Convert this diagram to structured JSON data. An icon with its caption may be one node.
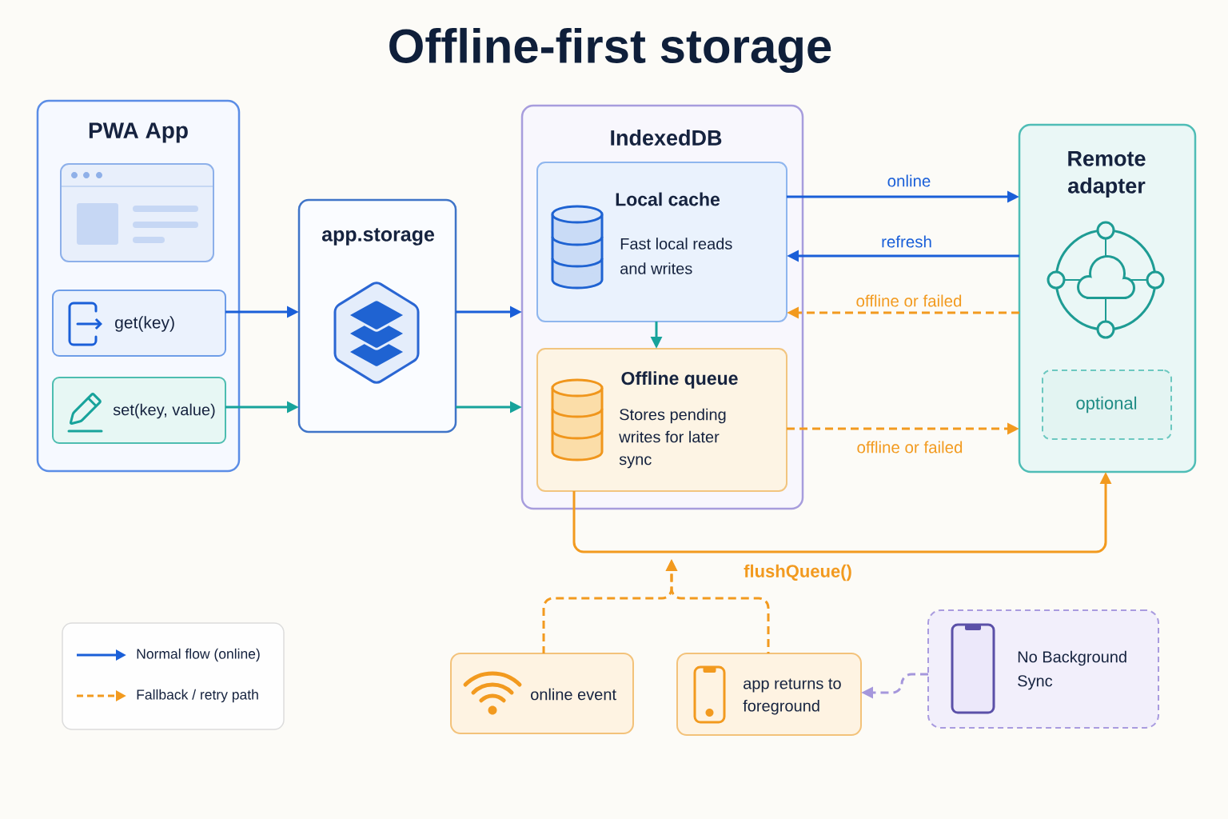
{
  "diagram": {
    "title": "Offline-first storage",
    "nodes": [
      {
        "text": [
          "PWA App"
        ]
      },
      {
        "text": [
          "get(key)"
        ],
        "in": 0
      },
      {
        "text": [
          "set(key, value)"
        ],
        "in": 0
      },
      {
        "text": [
          "app.storage"
        ]
      },
      {
        "text": [
          "IndexedDB"
        ]
      },
      {
        "text": [
          "Local cache",
          "Fast local reads and writes"
        ],
        "in": 4
      },
      {
        "text": [
          "Offline queue",
          "Stores pending writes for later sync"
        ],
        "in": 4
      },
      {
        "text": [
          "Remote adapter"
        ]
      },
      {
        "text": [
          "optional"
        ],
        "in": 7
      },
      {
        "text": [
          "online event"
        ]
      },
      {
        "text": [
          "app returns to foreground"
        ]
      },
      {
        "text": [
          "No Background Sync"
        ]
      }
    ],
    "edges": [
      {
        "from": 1,
        "to": 3,
        "arrow": "to",
        "color": "#1a5fd8"
      },
      {
        "from": 2,
        "to": 3,
        "arrow": "to",
        "color": "#17a39b"
      },
      {
        "from": 3,
        "to": 4,
        "arrow": "to",
        "color": "#1a5fd8"
      },
      {
        "from": 3,
        "to": 4,
        "arrow": "to",
        "color": "#17a39b"
      },
      {
        "from": 5,
        "to": 7,
        "arrow": "to",
        "label": "online",
        "color": "#1a5fd8"
      },
      {
        "from": 7,
        "to": 5,
        "arrow": "to",
        "label": "refresh",
        "color": "#1a5fd8"
      },
      {
        "from": 7,
        "to": 5,
        "arrow": "to",
        "label": "offline or failed",
        "style": "dashed"
      },
      {
        "from": 5,
        "to": 6,
        "arrow": "to",
        "color": "#17a39b"
      },
      {
        "from": 6,
        "to": 7,
        "arrow": "to",
        "label": "offline or failed",
        "style": "dashed"
      },
      {
        "from": 6,
        "to": 7,
        "arrow": "to",
        "label": "flushQueue()"
      },
      {
        "from": 9,
        "to": null,
        "arrow": "to",
        "style": "dashed"
      },
      {
        "from": 10,
        "to": null,
        "arrow": "to",
        "style": "dashed"
      },
      {
        "from": 11,
        "to": 10,
        "arrow": "to",
        "style": "dashed",
        "color": "#a597dc"
      }
    ],
    "legend": [
      {
        "text": "Normal flow (online)"
      },
      {
        "text": "Fallback / retry path"
      }
    ]
  }
}
